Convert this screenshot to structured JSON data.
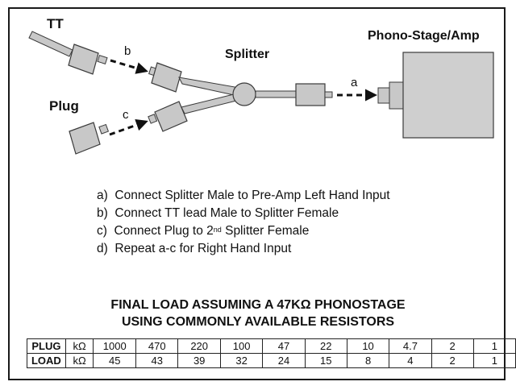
{
  "labels": {
    "tt": "TT",
    "plug": "Plug",
    "splitter": "Splitter",
    "phono_stage": "Phono-Stage/Amp",
    "arrow_a": "a",
    "arrow_b": "b",
    "arrow_c": "c"
  },
  "steps": [
    {
      "prefix": "a)",
      "text": "Connect Splitter Male to Pre-Amp Left Hand Input"
    },
    {
      "prefix": "b)",
      "text": "Connect TT lead Male to Splitter Female"
    },
    {
      "prefix": "c)",
      "text_before": "Connect Plug to 2",
      "superscript": "nd",
      "text_after": " Splitter Female"
    },
    {
      "prefix": "d)",
      "text": "Repeat a-c for Right Hand Input"
    }
  ],
  "final_load": {
    "title_line1": "FINAL LOAD ASSUMING A 47KΩ PHONOSTAGE",
    "title_line2": "USING COMMONLY AVAILABLE RESISTORS"
  },
  "table": {
    "rows": [
      {
        "label": "PLUG",
        "unit": "kΩ",
        "values": [
          "1000",
          "470",
          "220",
          "100",
          "47",
          "22",
          "10",
          "4.7",
          "2",
          "1"
        ]
      },
      {
        "label": "LOAD",
        "unit": "kΩ",
        "values": [
          "45",
          "43",
          "39",
          "32",
          "24",
          "15",
          "8",
          "4",
          "2",
          "1"
        ]
      }
    ]
  },
  "colors": {
    "connector_fill": "#c8c8c8",
    "connector_stroke": "#3a3a3a",
    "amp_fill": "#cfcfcf",
    "text": "#111111"
  }
}
